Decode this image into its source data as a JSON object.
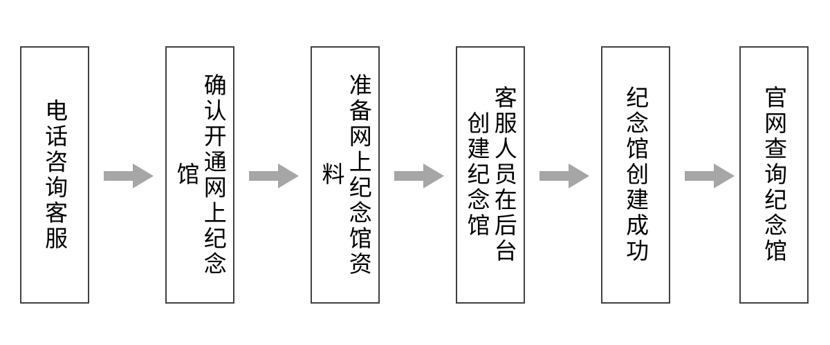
{
  "diagram": {
    "type": "flowchart",
    "orientation": "horizontal-left-to-right",
    "background_color": "#ffffff",
    "box_border_color": "#404040",
    "box_fill_color": "#ffffff",
    "text_color": "#000000",
    "arrow_color": "#a6a6a6",
    "text_direction": "vertical-rl",
    "nodes": [
      {
        "id": "step-1",
        "label": "电话咨询客服",
        "columns": 1
      },
      {
        "id": "step-2",
        "label": "确认开通网上纪念馆",
        "columns": 1
      },
      {
        "id": "step-3",
        "label": "准备网上纪念馆资料",
        "columns": 1
      },
      {
        "id": "step-4",
        "label": "客服人员在后台创建纪念馆",
        "columns": 2
      },
      {
        "id": "step-5",
        "label": "纪念馆创建成功",
        "columns": 1
      },
      {
        "id": "step-6",
        "label": "官网查询纪念馆",
        "columns": 1
      }
    ],
    "connectors": [
      {
        "id": "arrow-1",
        "from": "step-1",
        "to": "step-2",
        "glyph": "right-arrow"
      },
      {
        "id": "arrow-2",
        "from": "step-2",
        "to": "step-3",
        "glyph": "right-arrow"
      },
      {
        "id": "arrow-3",
        "from": "step-3",
        "to": "step-4",
        "glyph": "right-arrow"
      },
      {
        "id": "arrow-4",
        "from": "step-4",
        "to": "step-5",
        "glyph": "right-arrow"
      },
      {
        "id": "arrow-5",
        "from": "step-5",
        "to": "step-6",
        "glyph": "right-arrow"
      }
    ]
  }
}
